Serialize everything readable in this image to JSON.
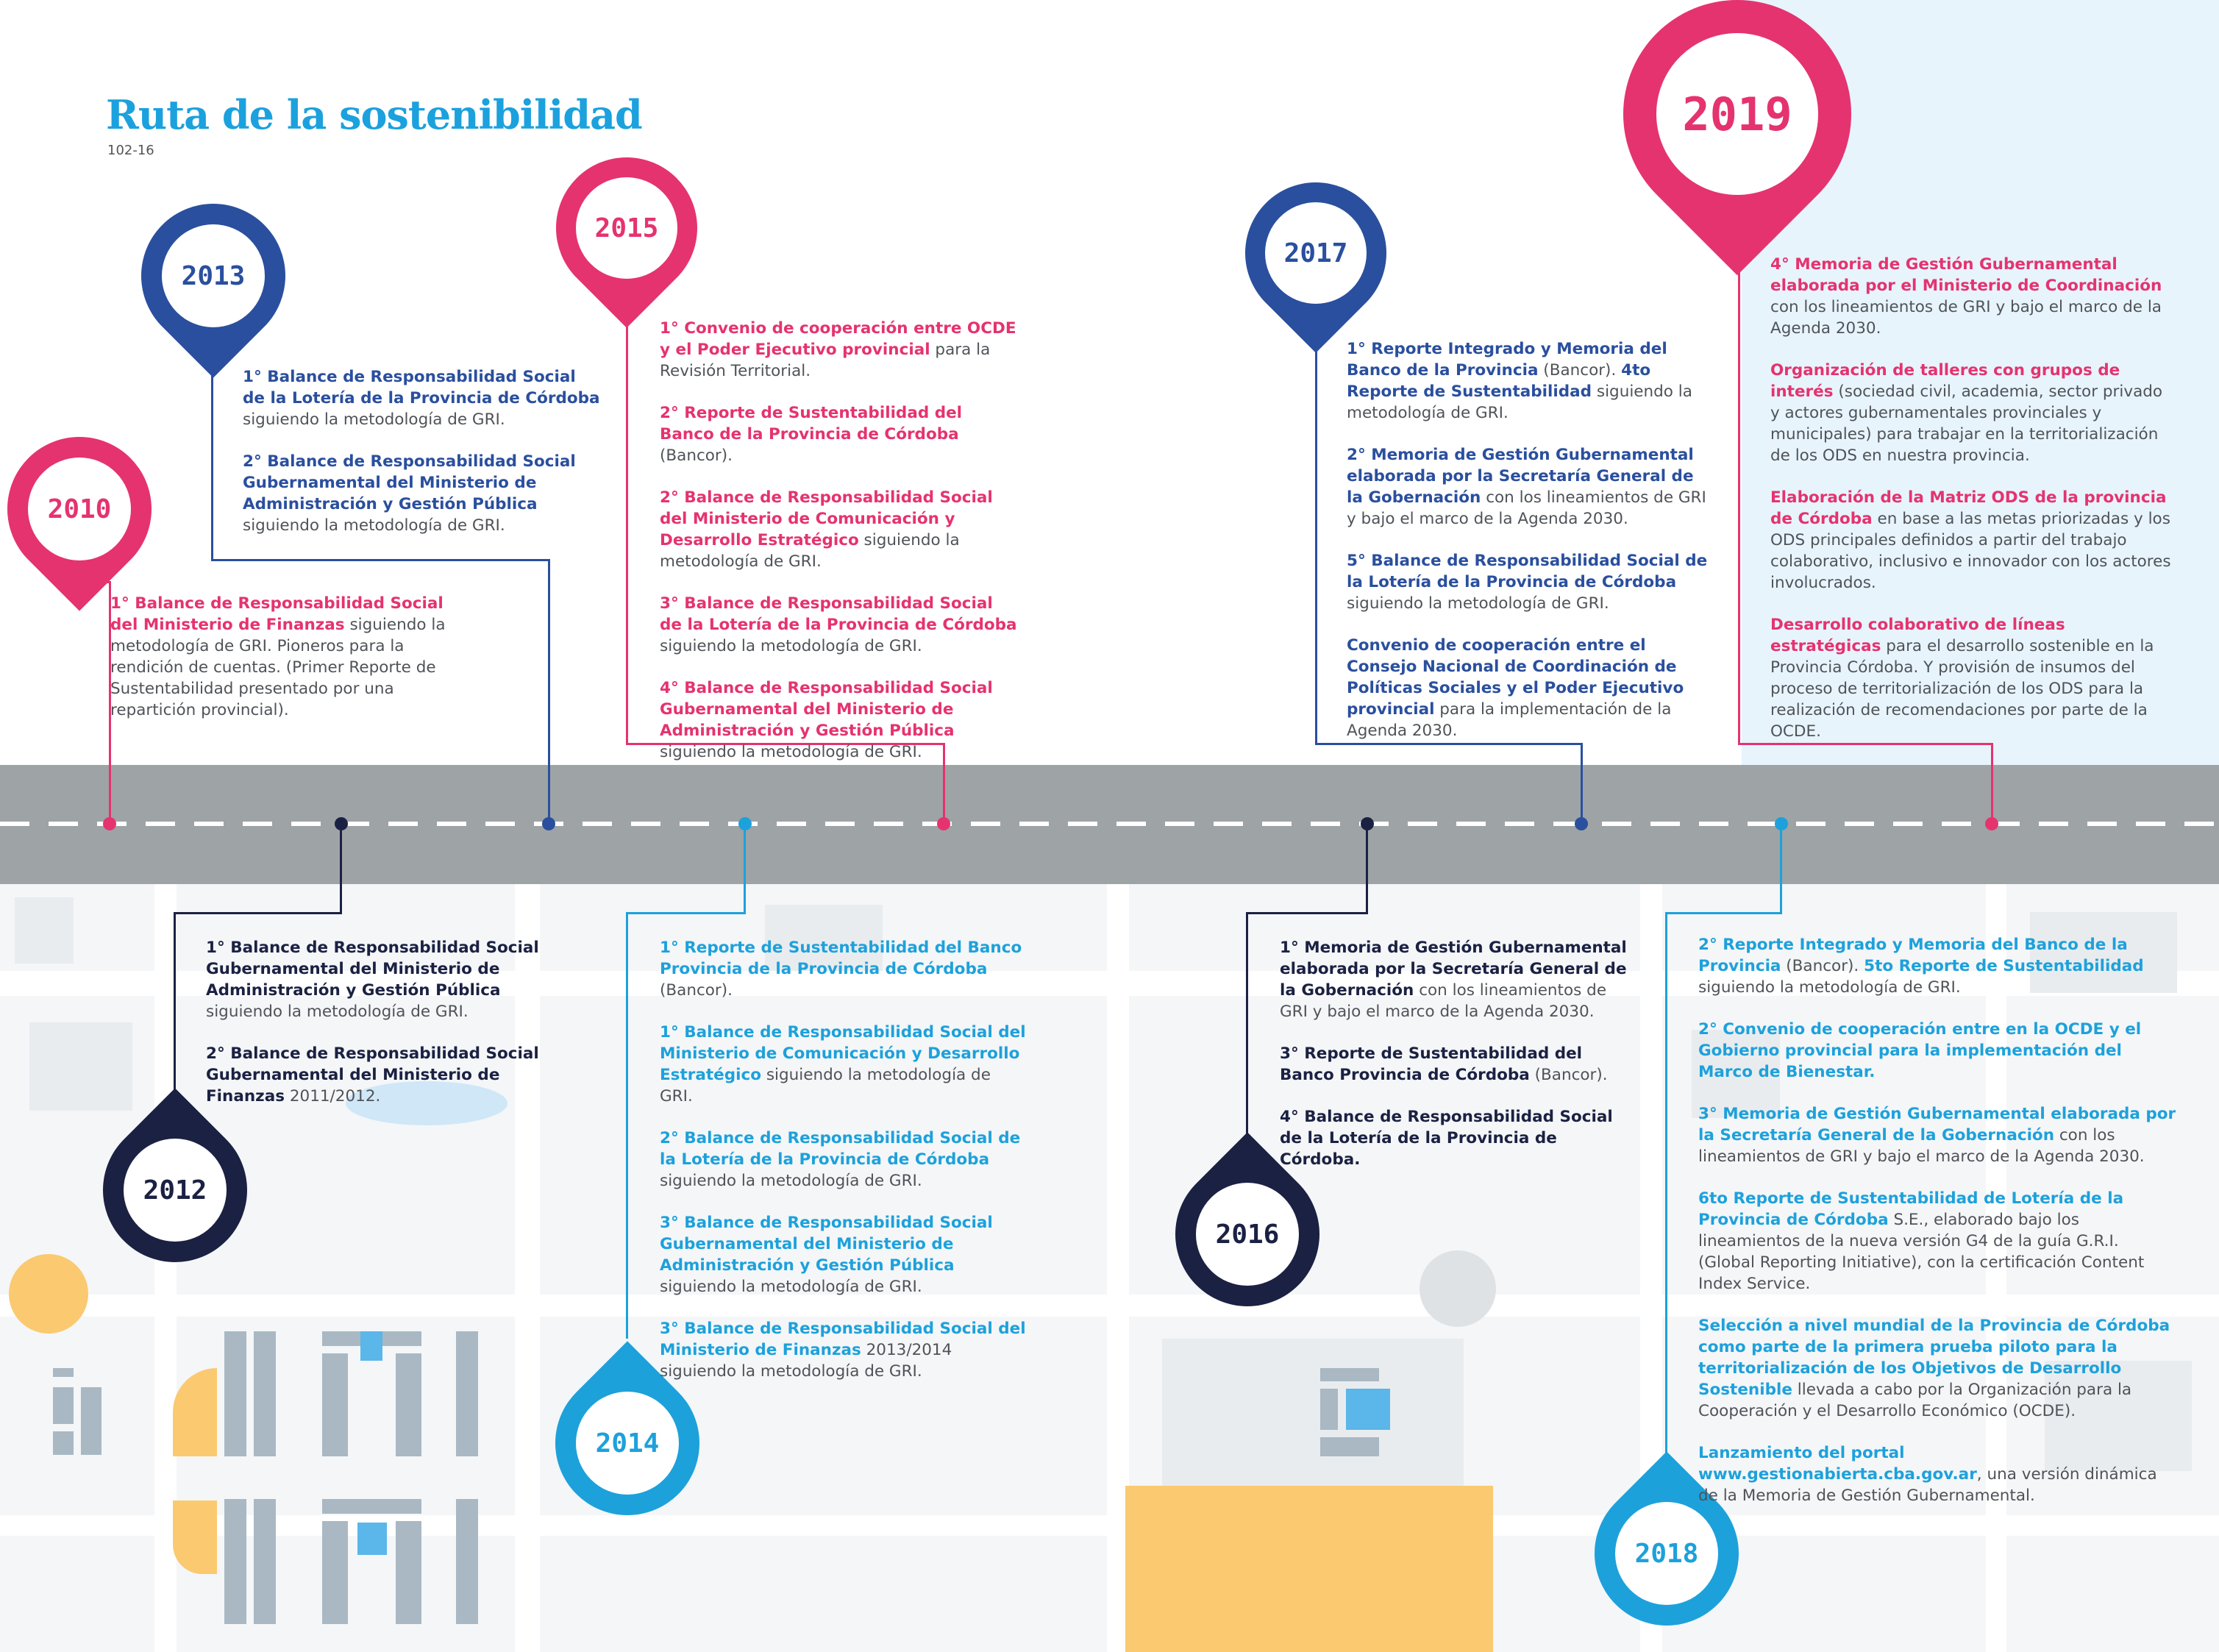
{
  "title": "Ruta de la sostenibilidad",
  "subtitle": "102-16",
  "colors": {
    "pink": "#e5336f",
    "blue": "#2a4f9e",
    "cyan": "#1da1db",
    "navy": "#1b2142",
    "road": "#9ea3a6"
  },
  "years": {
    "y2010": "2010",
    "y2012": "2012",
    "y2013": "2013",
    "y2014": "2014",
    "y2015": "2015",
    "y2016": "2016",
    "y2017": "2017",
    "y2018": "2018",
    "y2019": "2019"
  },
  "items": {
    "y2010": [
      {
        "b": "1° Balance de Responsabilidad Social del Ministerio de Finanzas",
        "t": " siguiendo la metodología de GRI. Pioneros para  la rendición de cuentas. (Primer Reporte de Sustentabilidad presentado por una repartición provincial)."
      }
    ],
    "y2013": [
      {
        "b": "1° Balance de Responsabilidad Social de la Lotería de la Provincia de Córdoba",
        "t": " siguiendo la metodología de GRI."
      },
      {
        "b": "2° Balance de Responsabilidad Social Gubernamental del Ministerio de Administración y Gestión Pública",
        "t": " siguiendo la metodología de GRI."
      }
    ],
    "y2015": [
      {
        "b": "1° Convenio de cooperación entre OCDE y el Poder Ejecutivo provincial",
        "t": " para la Revisión Territorial."
      },
      {
        "b": "2° Reporte de Sustentabilidad del Banco de la Provincia de Córdoba",
        "t": " (Bancor)."
      },
      {
        "b": "2° Balance de Responsabilidad Social del Ministerio de Comunicación y Desarrollo Estratégico",
        "t": " siguiendo la metodología de GRI."
      },
      {
        "b": "3° Balance de Responsabilidad Social de la Lotería de la Provincia de Córdoba",
        "t": " siguiendo la metodología de GRI."
      },
      {
        "b": "4° Balance de Responsabilidad Social Gubernamental del Ministerio de Administración y Gestión Pública",
        "t": " siguiendo la metodología de GRI."
      }
    ],
    "y2017": [
      {
        "b": "1° Reporte Integrado y Memoria del Banco de la Provincia",
        "t": " (Bancor). ",
        "b2": "4to Reporte de Sustentabilidad",
        "t2": " siguiendo la metodología de GRI."
      },
      {
        "b": "2° Memoria de Gestión Gubernamental elaborada por la Secretaría General de la Gobernación",
        "t": " con los lineamientos de GRI y bajo el marco de la Agenda 2030."
      },
      {
        "b": "5° Balance de Responsabilidad Social de la Lotería de la Provincia de Córdoba",
        "t": " siguiendo la metodología de GRI."
      },
      {
        "b": "Convenio de cooperación entre el Consejo Nacional de  Coordinación de Políticas Sociales y el Poder Ejecutivo provincial",
        "t": " para la implementación de la Agenda 2030."
      }
    ],
    "y2019": [
      {
        "b": "4° Memoria de Gestión Gubernamental elaborada por el Ministerio de Coordinación",
        "t": " con los lineamientos de GRI y bajo el marco de la Agenda 2030."
      },
      {
        "b": "Organización de talleres con grupos de interés",
        "t": " (sociedad civil, academia, sector privado y actores gubernamentales provinciales y municipales) para trabajar en la territorialización de los ODS en nuestra provincia."
      },
      {
        "b": "Elaboración de la Matriz ODS de la provincia de Córdoba",
        "t": " en base a las metas priorizadas y los ODS principales definidos a partir del trabajo colaborativo, inclusivo e innovador con los actores involucrados."
      },
      {
        "b": "Desarrollo colaborativo de líneas estratégicas",
        "t": " para el desarrollo sostenible en la Provincia Córdoba. Y provisión de insumos del proceso de territorialización de los ODS para la realización de recomendaciones por parte de la OCDE."
      }
    ],
    "y2012": [
      {
        "b": "1° Balance de Responsabilidad Social Gubernamental del Ministerio de Administración y Gestión Pública",
        "t": " siguiendo la metodología de GRI."
      },
      {
        "b": "2° Balance de Responsabilidad Social Gubernamental del Ministerio de Finanzas",
        "t": " 2011/2012."
      }
    ],
    "y2014": [
      {
        "b": "1° Reporte de Sustentabilidad del Banco Provincia de la Provincia de Córdoba",
        "t": " (Bancor)."
      },
      {
        "b": "1° Balance de Responsabilidad Social del Ministerio de Comunicación y Desarrollo Estratégico",
        "t": " siguiendo la metodología de GRI."
      },
      {
        "b": "2° Balance de Responsabilidad Social de la Lotería de la Provincia de Córdoba",
        "t": " siguiendo la metodología de GRI."
      },
      {
        "b": "3° Balance de Responsabilidad Social Gubernamental del Ministerio de Administración y Gestión Pública",
        "t": " siguiendo la metodología de GRI."
      },
      {
        "b": "3° Balance de Responsabilidad Social del Ministerio de Finanzas",
        "t": " 2013/2014 siguiendo la metodología de GRI."
      }
    ],
    "y2016": [
      {
        "b": "1° Memoria de Gestión Gubernamental elaborada por la Secretaría General de la Gobernación",
        "t": " con los lineamientos de GRI y bajo el marco de la Agenda 2030."
      },
      {
        "b": "3° Reporte de Sustentabilidad del Banco Provincia de Córdoba",
        "t": " (Bancor)."
      },
      {
        "b": "4° Balance de Responsabilidad Social de la Lotería de la Provincia de Córdoba.",
        "t": ""
      }
    ],
    "y2018": [
      {
        "b": "2° Reporte Integrado y Memoria del Banco de la Provincia",
        "t": " (Bancor). ",
        "b2": "5to Reporte de Sustentabilidad",
        "t2": " siguiendo la metodología de GRI."
      },
      {
        "b": "2° Convenio de cooperación entre en la OCDE y el Gobierno provincial para la implementación del Marco de Bienestar.",
        "t": ""
      },
      {
        "b": "3° Memoria de Gestión Gubernamental elaborada por la Secretaría General de la Gobernación",
        "t": " con los lineamientos de GRI y bajo el marco de la Agenda 2030."
      },
      {
        "b": "6to Reporte de Sustentabilidad de Lotería de la Provincia de Córdoba",
        "t": " S.E., elaborado bajo los lineamientos de la nueva versión G4 de la guía G.R.I. (Global Reporting Initiative), con la certificación Content Index Service."
      },
      {
        "b": "Selección a nivel mundial de la Provincia de Córdoba como parte de la primera prueba piloto para la territorialización de los Objetivos de Desarrollo Sostenible",
        "t": " llevada a cabo por la Organización para la Cooperación y el Desarrollo Económico (OCDE)."
      },
      {
        "b": "Lanzamiento del portal www.gestionabierta.cba.gov.ar",
        "t": ", una versión dinámica de la Memoria de Gestión Gubernamental."
      }
    ]
  }
}
